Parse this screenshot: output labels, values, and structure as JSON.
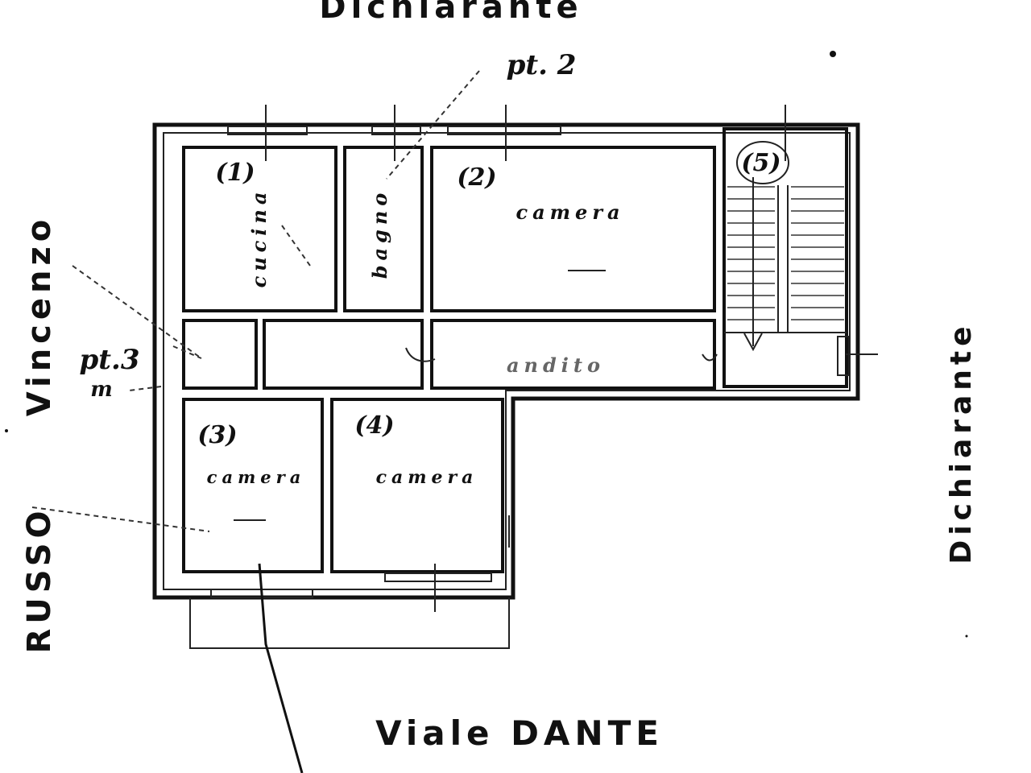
{
  "labels": {
    "top_neighbor": "Dichiarante",
    "right_neighbor": "Dichiarante",
    "left_neighbor_1": "Vincenzo",
    "left_neighbor_2": "RUSSO",
    "street": "Viale DANTE",
    "ref_top": "pt. 2",
    "ref_left": "pt.3",
    "ref_left_sub": "m"
  },
  "rooms": {
    "kitchen": {
      "number": "(1)",
      "label": "cucina"
    },
    "bath": {
      "label": "bagno"
    },
    "room2": {
      "number": "(2)",
      "label": "camera"
    },
    "room3": {
      "number": "(3)",
      "label": "camera"
    },
    "room4": {
      "number": "(4)",
      "label": "camera"
    },
    "corridor": {
      "label": "andito"
    },
    "stair": {
      "number": "(5)"
    }
  }
}
